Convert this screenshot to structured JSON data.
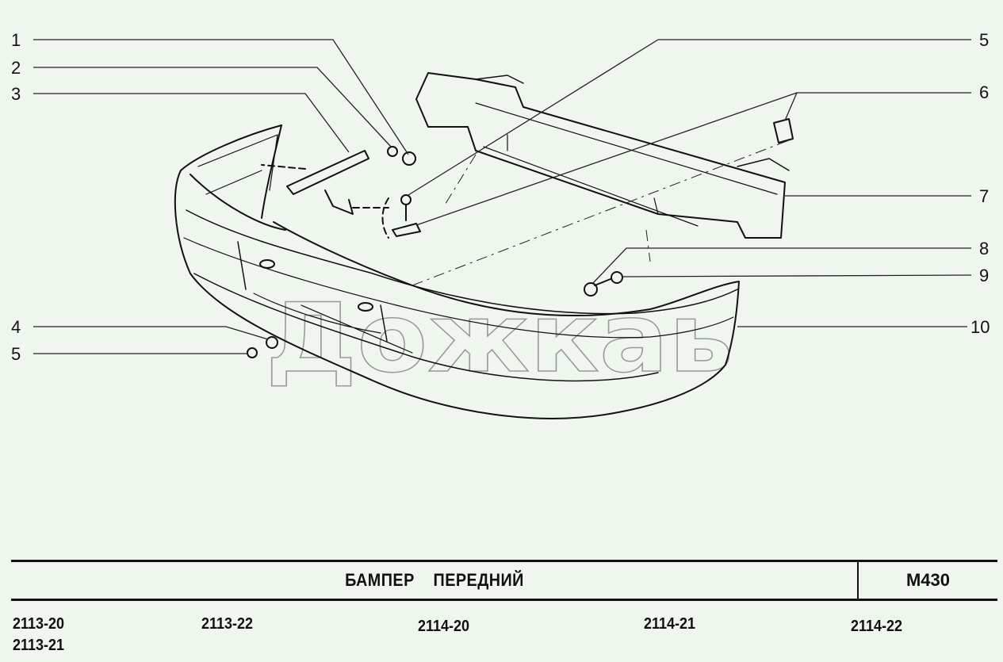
{
  "diagram": {
    "callouts": {
      "left": [
        "1",
        "2",
        "3",
        "4",
        "5"
      ],
      "right": [
        "5",
        "6",
        "7",
        "8",
        "9",
        "10"
      ]
    },
    "watermark": "Дожкаь",
    "colors": {
      "background": "#eff6ee",
      "ink": "#111111"
    }
  },
  "footer": {
    "title": "БАМПЕР    ПЕРЕДНИЙ",
    "code": "M430",
    "models": [
      "2113-20",
      "2113-21",
      "2113-22",
      "2114-20",
      "2114-21",
      "2114-22"
    ]
  }
}
